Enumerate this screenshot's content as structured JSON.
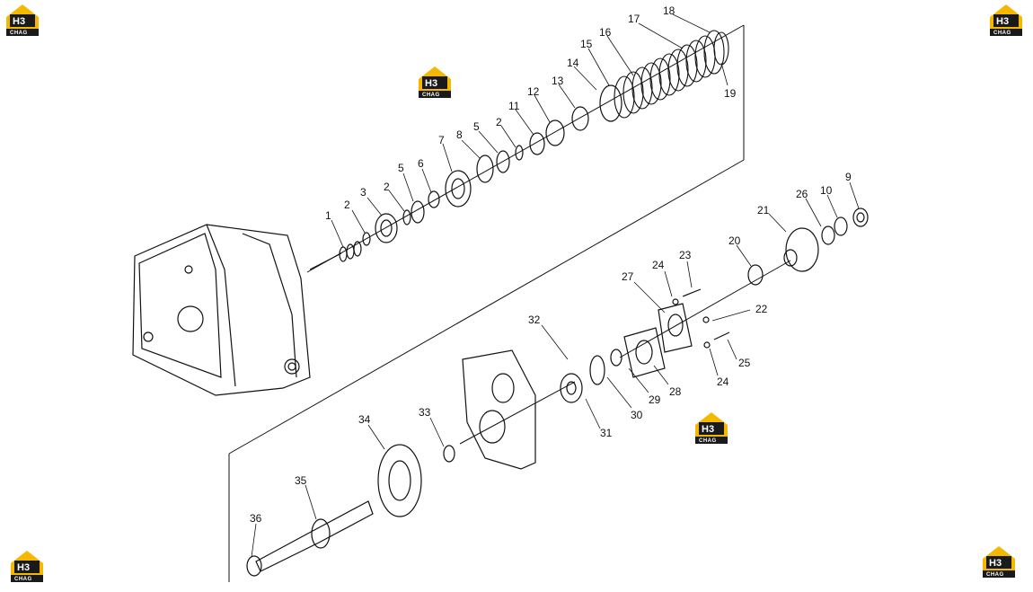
{
  "diagram": {
    "part_labels": [
      "1",
      "2",
      "3",
      "2",
      "5",
      "6",
      "7",
      "8",
      "5",
      "2",
      "11",
      "12",
      "13",
      "14",
      "15",
      "16",
      "17",
      "18",
      "19",
      "9",
      "10",
      "26",
      "21",
      "20",
      "23",
      "24",
      "27",
      "22",
      "25",
      "24",
      "28",
      "29",
      "30",
      "32",
      "31",
      "33",
      "34",
      "35",
      "36"
    ]
  },
  "watermark": {
    "top_text": "H3",
    "bottom_text": "CHAG",
    "yellow": "#f5b800",
    "dark": "#1a1a1a"
  },
  "colors": {
    "line": "#111111",
    "background": "#ffffff"
  }
}
